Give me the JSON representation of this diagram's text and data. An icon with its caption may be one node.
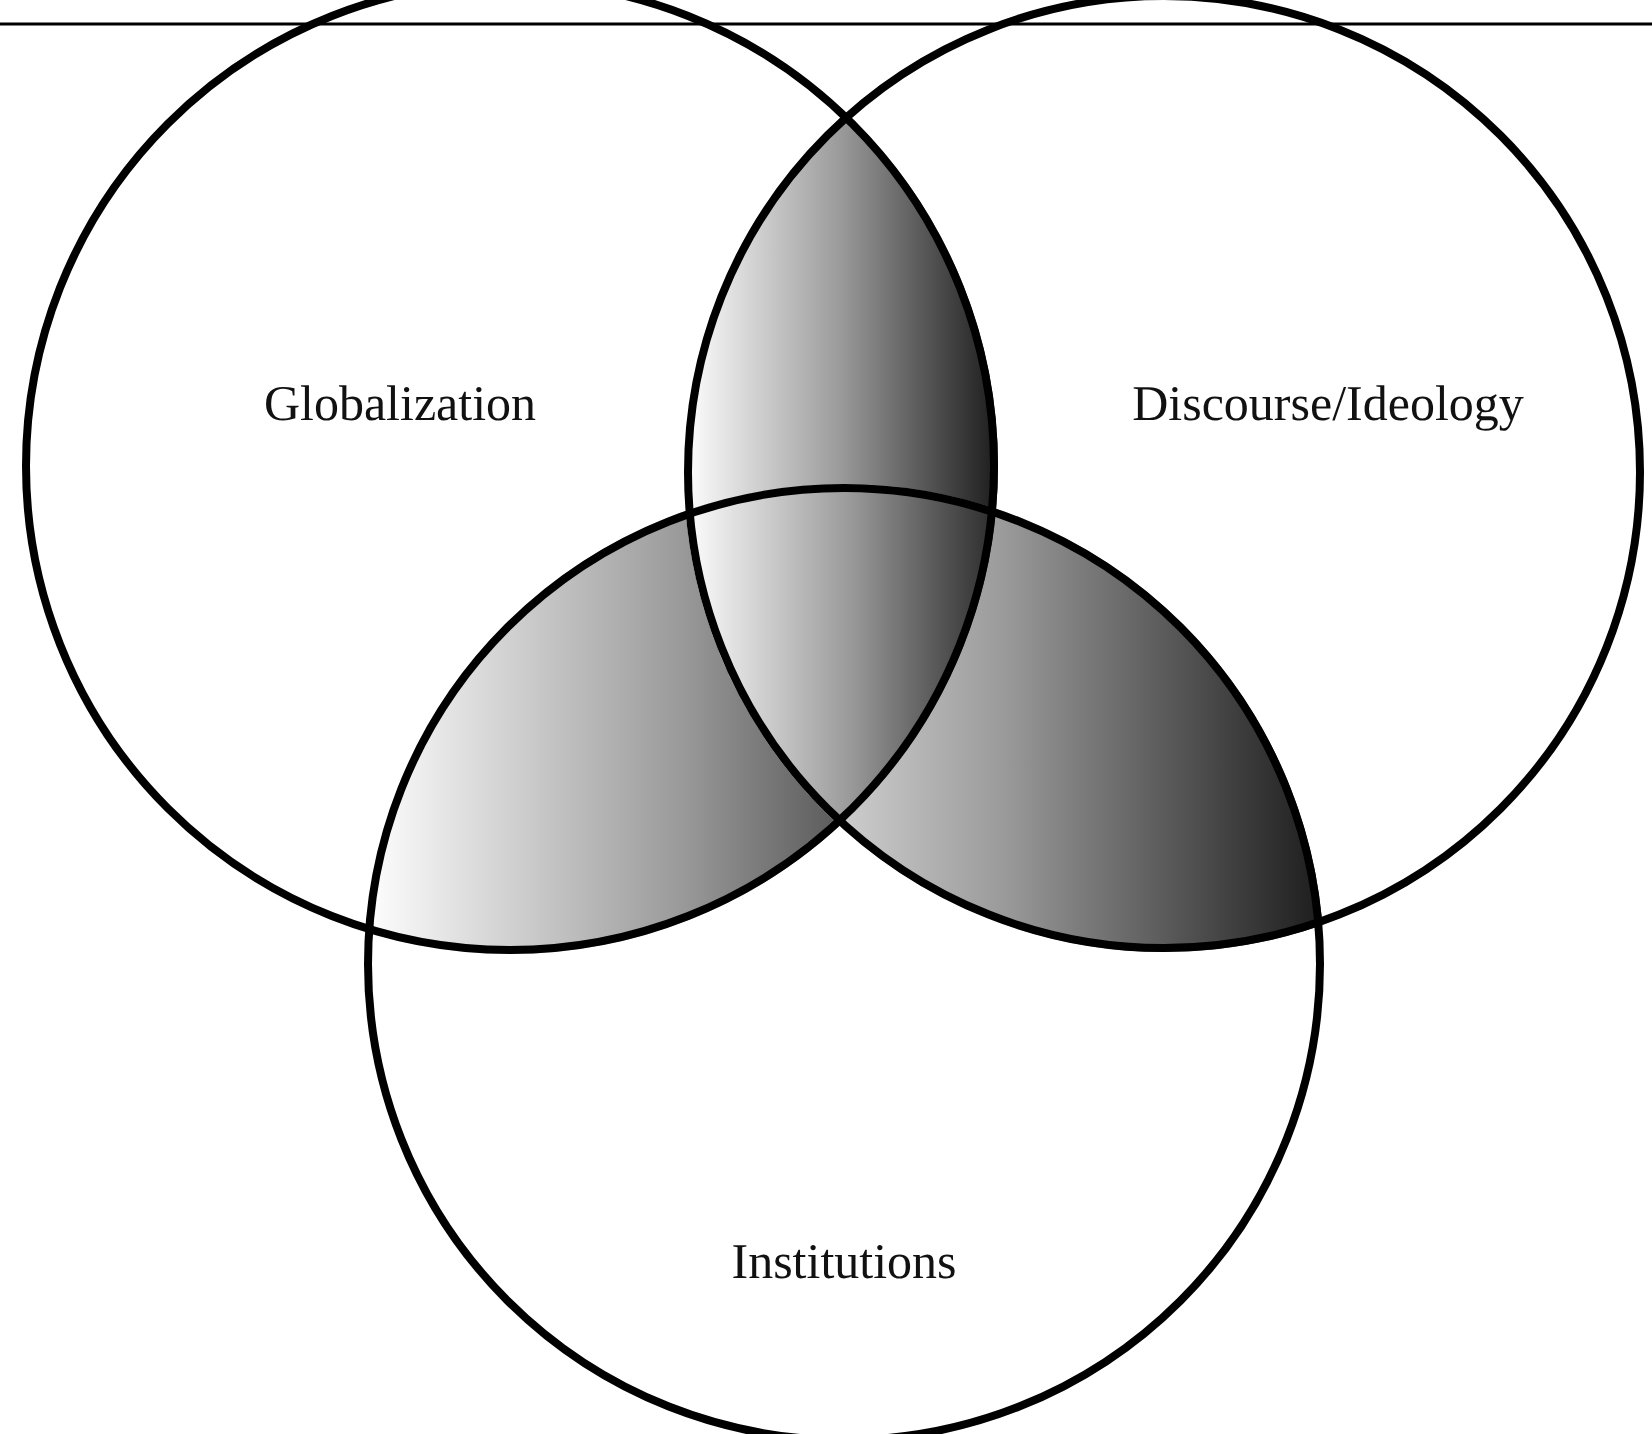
{
  "diagram": {
    "nodes": [
      {
        "text": [
          "Globalization"
        ]
      },
      {
        "text": [
          "Discourse/Ideology"
        ]
      },
      {
        "text": [
          "Institutions"
        ]
      }
    ]
  }
}
